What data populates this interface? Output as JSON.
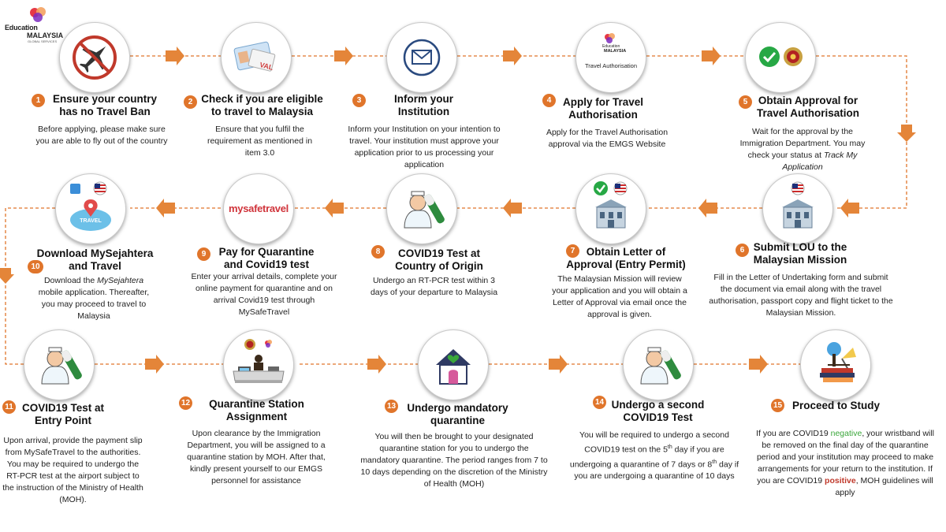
{
  "logo": {
    "line1": "Education",
    "line2": "MALAYSIA",
    "line3": "GLOBAL SERVICES"
  },
  "steps": [
    {
      "num": "1",
      "title_1": "Ensure your country",
      "title_2": "has no Travel Ban",
      "desc": "Before applying, please make sure you are able to  fly out of the country",
      "icon": "no-flight-icon"
    },
    {
      "num": "2",
      "title_1": "Check if you are eligible",
      "title_2": "to travel to Malaysia",
      "desc": "Ensure that you fulfil the requirement as mentioned in item 3.0",
      "icon": "visa-card-icon"
    },
    {
      "num": "3",
      "title_1": "Inform your",
      "title_2": "Institution",
      "desc": "Inform your Institution on your intention to travel. Your institution must approve your application prior to us processing your application",
      "icon": "envelope-icon"
    },
    {
      "num": "4",
      "title_1": "Apply for Travel",
      "title_2": "Authorisation",
      "desc": "Apply for the Travel Authorisation approval via the EMGS Website",
      "icon": "travel-authorisation-icon",
      "icon_label": "Travel Authorisation"
    },
    {
      "num": "5",
      "title_1": "Obtain Approval for",
      "title_2": "Travel Authorisation",
      "desc_1": "Wait for the approval by the Immigration Department.  You may check your status at ",
      "desc_em": "Track My Application",
      "icon": "approval-check-icon"
    },
    {
      "num": "6",
      "title_1": "Submit LOU to the",
      "title_2": "Malaysian Mission",
      "desc": "Fill in the Letter  of Undertaking form and submit the document  via email along with the travel authorisation, passport copy and flight ticket to the Malaysian Mission.",
      "icon": "embassy-icon"
    },
    {
      "num": "7",
      "title_1": "Obtain Letter of",
      "title_2": "Approval (Entry Permit)",
      "desc": "The Malaysian Mission will review your application and you will obtain a Letter of Approval via email once the approval is given.",
      "icon": "embassy-approved-icon"
    },
    {
      "num": "8",
      "title_1": "COVID19 Test at",
      "title_2": "Country of Origin",
      "desc": "Undergo an RT-PCR test within 3 days of your departure to Malaysia",
      "icon": "nurse-test-icon"
    },
    {
      "num": "9",
      "title_1": "Pay for Quarantine",
      "title_2": "and Covid19 test",
      "desc": "Enter your arrival details, complete your online payment for quarantine and on arrival Covid19 test through MySafeTravel",
      "icon": "mysafetravel-logo",
      "icon_label": "mysafetravel"
    },
    {
      "num": "10",
      "title_1": "Download MySejahtera",
      "title_2": "and Travel",
      "desc_1": "Download the ",
      "desc_em": "MySejahtera",
      "desc_2": " mobile application. Thereafter, you may proceed to travel to Malaysia",
      "icon": "travel-map-icon",
      "icon_label": "TRAVEL"
    },
    {
      "num": "11",
      "title_1": "COVID19 Test at",
      "title_2": "Entry Point",
      "desc": "Upon arrival, provide the payment slip from MySafeTravel to the authorities. You may be required to undergo the RT-PCR test at the airport subject to the instruction of the Ministry of Health (MOH).",
      "icon": "nurse-test-icon"
    },
    {
      "num": "12",
      "title_1": "Quarantine Station",
      "title_2": "Assignment",
      "desc": "Upon clearance by the  Immigration Department,  you will be assigned to a quarantine station by MOH.  After that,  kindly present yourself to our EMGS personnel for assistance",
      "icon": "reception-desk-icon"
    },
    {
      "num": "13",
      "title_1": "Undergo mandatory",
      "title_2": "quarantine",
      "desc": "You will then be brought to your designated quarantine station for you to undergo the mandatory quarantine. The period ranges from 7 to 10 days depending on the  discretion of the Ministry of Health (MOH)",
      "icon": "home-quarantine-icon"
    },
    {
      "num": "14",
      "title_1": "Undergo a second",
      "title_2": "COVID19 Test",
      "desc_a": "You will be required to undergo a second COVID19 test on the  5",
      "desc_sup1": "th",
      "desc_b": " day if you are undergoing a quarantine of 7 days or 8",
      "desc_sup2": "th",
      "desc_c": " day if you are undergoing a quarantine of 10 days",
      "icon": "nurse-test-icon"
    },
    {
      "num": "15",
      "title_1": "Proceed to Study",
      "desc_a": "If you are COVID19 ",
      "desc_neg": "negative",
      "desc_b": ", your wristband will be removed  on the final day of the quarantine period and your institution may proceed to make arrangements for your return to the institution. If you are COVID19 ",
      "desc_pos": "positive",
      "desc_c": ", MOH guidelines will apply",
      "icon": "study-books-icon"
    }
  ],
  "colors": {
    "accent": "#e0752b",
    "connector": "#e0752b",
    "negative": "#3aa63a",
    "positive": "#c0392b"
  }
}
